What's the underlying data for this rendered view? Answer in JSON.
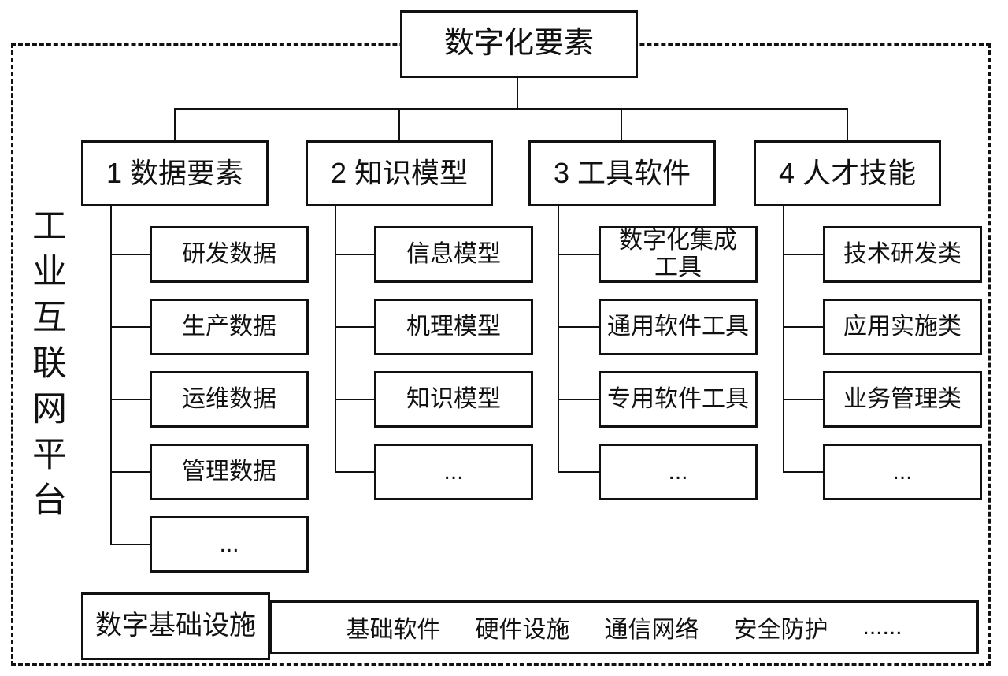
{
  "colors": {
    "line": "#111111",
    "bg": "#ffffff"
  },
  "diagram": {
    "platform_label": "工业互联网平台",
    "root_label": "数字化要素",
    "branches": [
      {
        "label": "1 数据要素",
        "children": [
          "研发数据",
          "生产数据",
          "运维数据",
          "管理数据",
          "..."
        ]
      },
      {
        "label": "2 知识模型",
        "children": [
          "信息模型",
          "机理模型",
          "知识模型",
          "..."
        ]
      },
      {
        "label": "3 工具软件",
        "children": [
          "数字化集成\n工具",
          "通用软件工具",
          "专用软件工具",
          "..."
        ]
      },
      {
        "label": "4 人才技能",
        "children": [
          "技术研发类",
          "应用实施类",
          "业务管理类",
          "..."
        ]
      }
    ],
    "infrastructure": {
      "label": "数字基础设施",
      "items": [
        "基础软件",
        "硬件设施",
        "通信网络",
        "安全防护",
        "......"
      ]
    }
  }
}
